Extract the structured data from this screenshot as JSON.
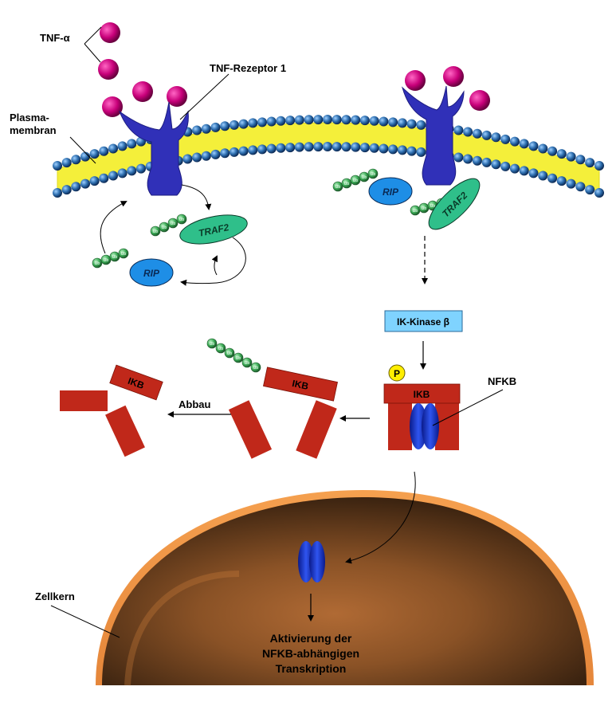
{
  "labels": {
    "tnf_alpha": "TNF-α",
    "tnf_receptor": "TNF-Rezeptor 1",
    "plasma_membrane_line1": "Plasma-",
    "plasma_membrane_line2": "membran",
    "ik_kinase": "IK-Kinase β",
    "nfkb": "NFKB",
    "abbau": "Abbau",
    "zellkern": "Zellkern",
    "result_line1": "Aktivierung der",
    "result_line2": "NFKB-abhängigen",
    "result_line3": "Transkription"
  },
  "proteins": {
    "traf2": "TRAF2",
    "rip": "RIP",
    "ikb": "IKB",
    "phosphate": "P",
    "ubiquitin": "Ub"
  },
  "colors": {
    "tnf_ball": "#c8007a",
    "receptor": "#3030b8",
    "membrane_bead": "#2e6fb0",
    "membrane_yellow": "#f4ef3a",
    "traf2": "#2fbf8a",
    "rip": "#1e8ee6",
    "ikb": "#c0281a",
    "nfkb": "#1f3fcf",
    "kinase_box": "#7fd3ff",
    "phosphate": "#ffee00",
    "ubiquitin": "#3aaa55",
    "nucleus": "#e0873a"
  }
}
